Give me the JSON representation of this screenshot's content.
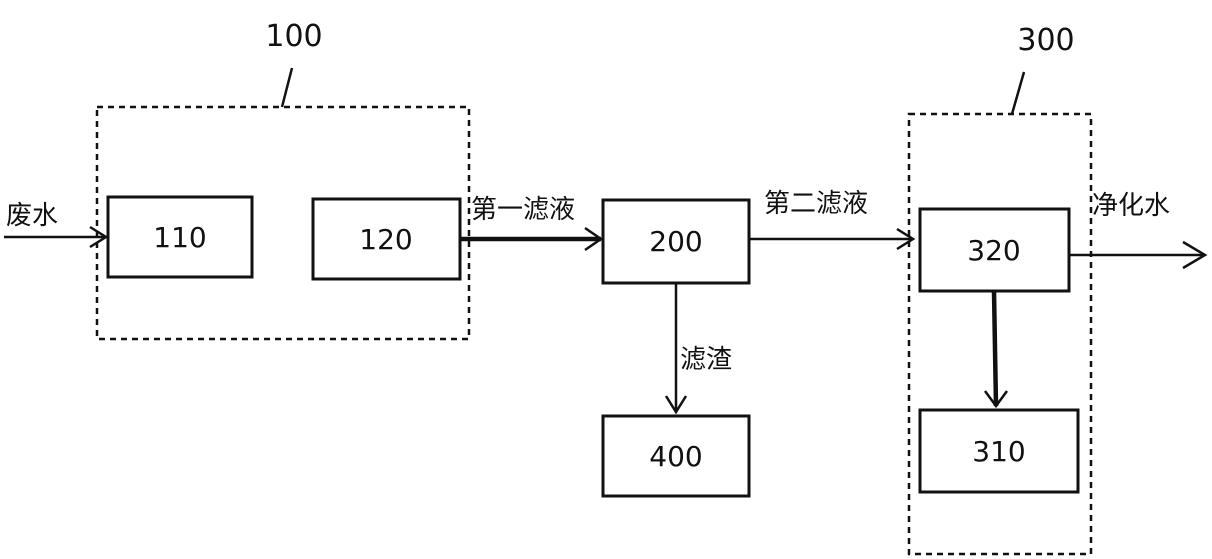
{
  "groups": {
    "g100": "100",
    "g300": "300"
  },
  "boxes": {
    "b110": "110",
    "b120": "120",
    "b200": "200",
    "b400": "400",
    "b320": "320",
    "b310": "310"
  },
  "edges": {
    "waste_water": "废水",
    "first_filtrate": "第一滤液",
    "second_filtrate": "第二滤液",
    "filter_residue": "滤渣",
    "purified_water": "净化水"
  }
}
